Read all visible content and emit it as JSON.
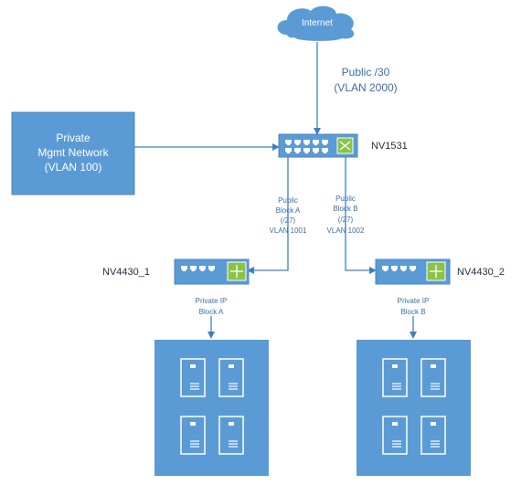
{
  "internet": {
    "label": "Internet"
  },
  "uplink": {
    "line1": "Public /30",
    "line2": "(VLAN 2000)"
  },
  "mgmt": {
    "line1": "Private",
    "line2": "Mgmt Network",
    "line3": "(VLAN 100)"
  },
  "core_switch": {
    "name": "NV1531"
  },
  "link_a": {
    "line1": "Public",
    "line2": "Block A",
    "line3": "(/27)",
    "line4": "VLAN 1001"
  },
  "link_b": {
    "line1": "Public",
    "line2": "Block B",
    "line3": "(/27)",
    "line4": "VLAN 1002"
  },
  "switch_1": {
    "name": "NV4430_1",
    "sub1": "Private IP",
    "sub2": "Block A"
  },
  "switch_2": {
    "name": "NV4430_2",
    "sub1": "Private IP",
    "sub2": "Block B"
  },
  "colors": {
    "accent": "#5b9bd5",
    "line": "#3f7fc0",
    "text_dark": "#1f2d3d"
  }
}
